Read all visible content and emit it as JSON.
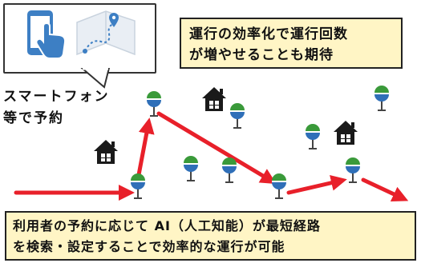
{
  "callout_top": {
    "line1": "運行の効率化で運行回数",
    "line2": "が増やせることも期待"
  },
  "phone_label": {
    "line1": "スマートフォン",
    "line2": "等で予約"
  },
  "callout_bottom": {
    "line1": "利用者の予約に応じて AI（人工知能）が最短経路",
    "line2": "を検索・設定することで効率的な運行が可能"
  },
  "colors": {
    "route_arrow": "#e8202a",
    "callout_fill": "#fff5c5",
    "house": "#1a1a1a",
    "stop_green": "#3a9a3a",
    "stop_blue": "#2f6fb8",
    "phone_icon": "#3d7fc4"
  },
  "icons": [
    "phone-tap-icon",
    "map-route-icon",
    "house-icon",
    "bus-stop-icon"
  ]
}
